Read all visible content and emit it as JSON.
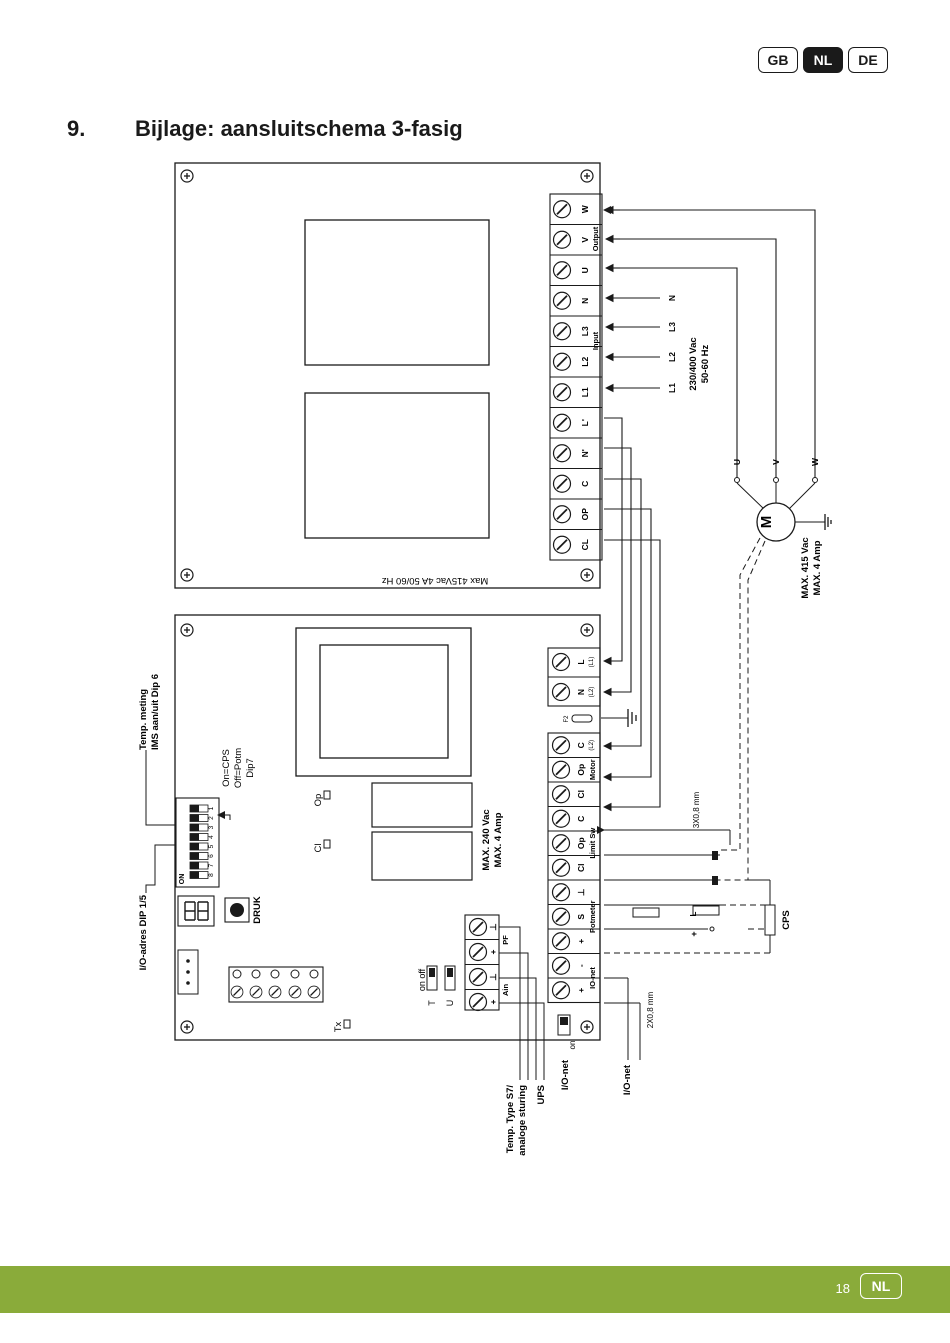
{
  "header": {
    "languages": [
      {
        "label": "GB",
        "active": false
      },
      {
        "label": "NL",
        "active": true
      },
      {
        "label": "DE",
        "active": false
      }
    ]
  },
  "section": {
    "number": "9.",
    "title": "Bijlage: aansluitschema 3-fasig"
  },
  "upper_board": {
    "terminals": [
      "W",
      "V",
      "U",
      "N",
      "L3",
      "L2",
      "L1",
      "L'",
      "N'",
      "C",
      "OP",
      "CL"
    ],
    "output_label": "Output",
    "input_label": "Input",
    "rating": "Max 415Vac 4A 50/60 Hz"
  },
  "mains": {
    "lines": [
      "N",
      "L3",
      "L2",
      "L1"
    ],
    "voltage": "230/400 Vac",
    "frequency": "50-60 Hz"
  },
  "motor": {
    "symbol": "M",
    "phases": [
      "U",
      "V",
      "W"
    ],
    "rating_line1": "MAX. 415 Vac",
    "rating_line2": "MAX. 4 Amp"
  },
  "lower_board": {
    "power_terminals": [
      {
        "label": "L",
        "sub": "(L1)"
      },
      {
        "label": "N",
        "sub": "(L2)"
      }
    ],
    "fuse_label": "F2",
    "motor_terminals": [
      {
        "label": "C",
        "sub": "(L2)"
      },
      {
        "label": "Op",
        "sub": ""
      },
      {
        "label": "Cl",
        "sub": ""
      }
    ],
    "motor_label": "Motor",
    "limit_terminals": [
      "C",
      "Op",
      "Cl"
    ],
    "limit_label": "Limit Sw",
    "pot_terminals": [
      "⊥",
      "S",
      "+"
    ],
    "pot_label": "Potmeter",
    "ionet_terminals": [
      "-",
      "+"
    ],
    "ionet_label": "IO-net",
    "pf_terminals": [
      "⊥",
      "+"
    ],
    "pf_label": "PF",
    "ain_terminals": [
      "⊥",
      "+"
    ],
    "ain_label": "Ain",
    "relay_rating_line1": "MAX. 240 Vac",
    "relay_rating_line2": "MAX. 4 Amp",
    "led_op": "Op",
    "led_cl": "Cl",
    "led_tx": "Tx",
    "button_label": "DRUK",
    "dip_on": "ON",
    "dip_numbers": [
      "1",
      "2",
      "3",
      "4",
      "5",
      "6",
      "7",
      "8"
    ],
    "dip7_note": [
      "On=CPS",
      "Off=Potm",
      "Dip7"
    ],
    "temp_note": [
      "Temp. meting",
      "IMS aan/uit Dip 6"
    ],
    "address_note": "I/O-adres DIP 1/5",
    "jumper_on_off": "on  off",
    "jumper_t": "T",
    "jumper_u": "U",
    "jumper_on": "on",
    "ionet_side_label": "I/O-net"
  },
  "external": {
    "cable_3x": "3X0,8 mm",
    "cable_2x": "2X0,8 mm",
    "ionet": "I/O-net",
    "cps": "CPS",
    "temp_type": [
      "Temp. Type S7/",
      "analoge sturing"
    ],
    "ups": "UPS"
  },
  "footer": {
    "page_number": "18",
    "language": "NL",
    "bar_color": "#8aab3a"
  }
}
